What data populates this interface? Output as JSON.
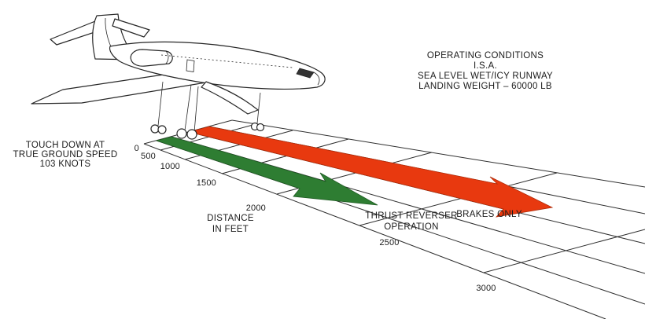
{
  "diagram": {
    "background_color": "#ffffff",
    "line_color": "#2e2e2e",
    "text_color": "#1b1b1b"
  },
  "operating_conditions": {
    "title": "OPERATING CONDITIONS",
    "isa": "I.S.A.",
    "runway": "SEA LEVEL WET/ICY RUNWAY",
    "weight": "LANDING WEIGHT – 60000 LB"
  },
  "touchdown_note": {
    "line1": "TOUCH DOWN AT",
    "line2": "TRUE GROUND SPEED",
    "line3": "103 KNOTS"
  },
  "distance_axis": {
    "label_line1": "DISTANCE",
    "label_line2": "IN FEET",
    "ticks": [
      "0",
      "500",
      "1000",
      "1500",
      "2000",
      "2500",
      "3000"
    ]
  },
  "bands": {
    "thrust_reverser": {
      "label_line1": "THRUST REVERSER",
      "label_line2": "OPERATION",
      "color": "#2e7d32",
      "approx_stop_distance_ft": 2000
    },
    "brakes_only": {
      "label": "BRAKES ONLY",
      "color": "#e8390f",
      "approx_stop_distance_ft": 3000
    }
  }
}
